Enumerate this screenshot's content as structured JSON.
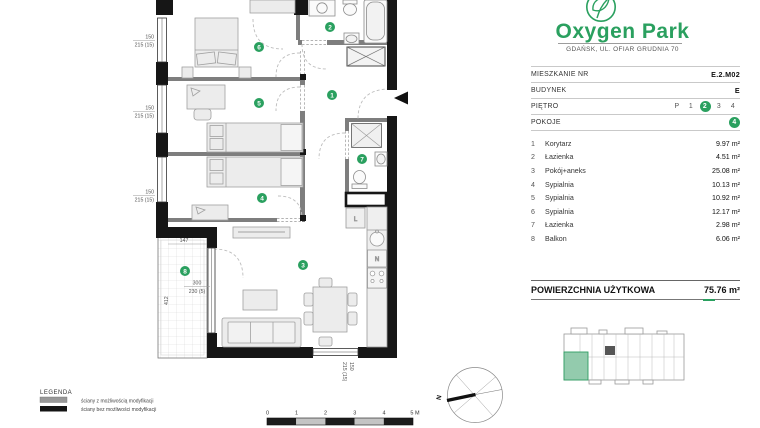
{
  "branding": {
    "name": "Oxygen Park",
    "address": "GDAŃSK, UL. OFIAR GRUDNIA 70",
    "accent_color": "#2aa05f"
  },
  "info": {
    "mieszkanie_label": "MIESZKANIE NR",
    "mieszkanie_value": "E.2.M02",
    "budynek_label": "BUDYNEK",
    "budynek_value": "E",
    "pietro_label": "PIĘTRO",
    "pietro_options": [
      "P",
      "1",
      "2",
      "3",
      "4"
    ],
    "pietro_selected": "2",
    "pokoje_label": "POKOJE",
    "pokoje_value": "4"
  },
  "rooms": {
    "list": [
      {
        "no": "1",
        "name": "Korytarz",
        "area": "9.97 m²"
      },
      {
        "no": "2",
        "name": "Łazienka",
        "area": "4.51 m²"
      },
      {
        "no": "3",
        "name": "Pokój+aneks",
        "area": "25.08 m²"
      },
      {
        "no": "4",
        "name": "Sypialnia",
        "area": "10.13 m²"
      },
      {
        "no": "5",
        "name": "Sypialnia",
        "area": "10.92 m²"
      },
      {
        "no": "6",
        "name": "Sypialnia",
        "area": "12.17 m²"
      },
      {
        "no": "7",
        "name": "Łazienka",
        "area": "2.98 m²"
      },
      {
        "no": "8",
        "name": "Balkon",
        "area": "6.06 m²"
      }
    ],
    "total_label": "POWIERZCHNIA UŻYTKOWA",
    "total_value": "75.76 m²"
  },
  "plan": {
    "markers": [
      "1",
      "2",
      "3",
      "4",
      "5",
      "6",
      "7",
      "8"
    ],
    "window_dim_w": "150",
    "window_dim_h": "215 (15)",
    "balcony_width": "147",
    "balcony_depth": "412",
    "balcony_door_w": "300",
    "balcony_door_h": "230 (5)",
    "fridge_label": "L",
    "oven_label": "N",
    "compass_north": "N",
    "wall_fixed_color": "#161616",
    "wall_modifiable_color": "#7e7e7e"
  },
  "legend": {
    "title": "LEGENDA",
    "wall_modifiable": "ściany z możliwością modyfikacji",
    "wall_fixed": "ściany bez możliwości modyfikacji"
  },
  "scalebar": {
    "ticks": [
      "0",
      "1",
      "2",
      "3",
      "4"
    ],
    "unit_tick": "5 M"
  }
}
